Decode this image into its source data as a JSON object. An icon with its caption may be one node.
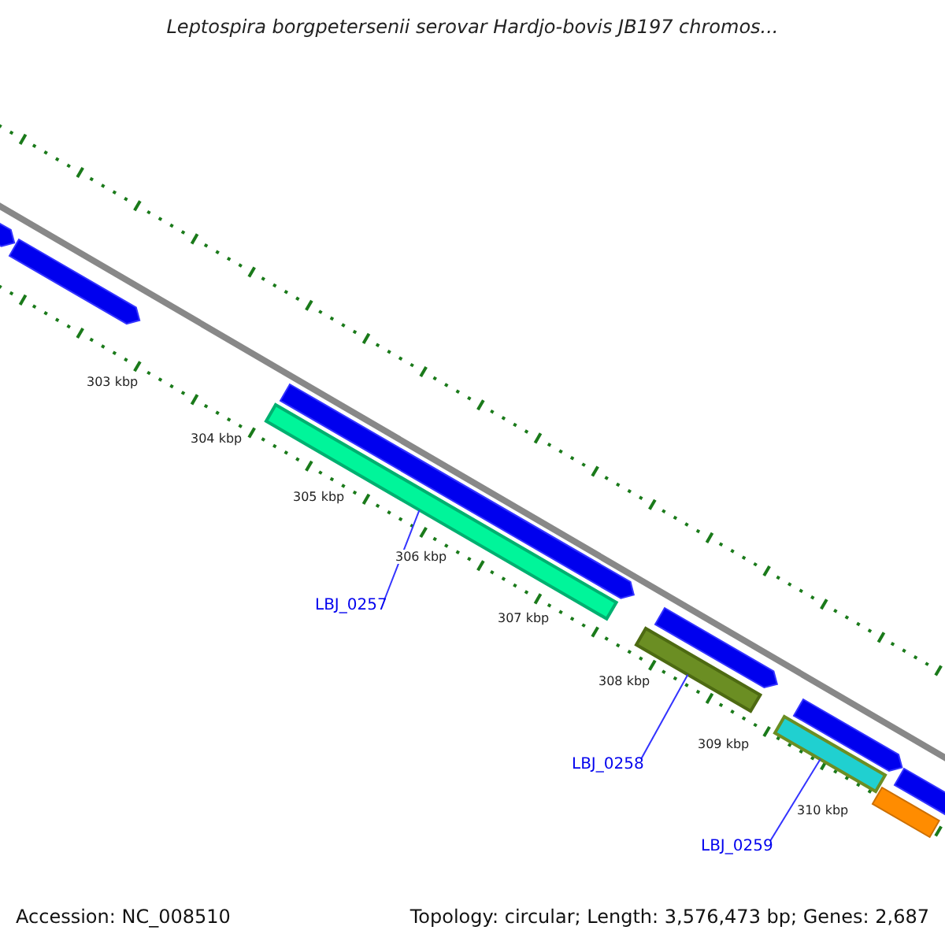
{
  "diagram": {
    "title": "Leptospira borgpetersenii serovar Hardjo-bovis JB197 chromos...",
    "nodes": [
      {
        "text": [
          "LBJ_0257"
        ]
      },
      {
        "text": [],
        "shape": "bar"
      },
      {
        "text": [
          "LBJ_0258"
        ]
      },
      {
        "text": [],
        "shape": "bar"
      },
      {
        "text": [
          "LBJ_0259"
        ]
      },
      {
        "text": [],
        "shape": "bar"
      }
    ],
    "edges": [
      {
        "from": 0,
        "to": 1,
        "arrow": "none"
      },
      {
        "from": 2,
        "to": 3,
        "arrow": "none"
      },
      {
        "from": 4,
        "to": 5,
        "arrow": "none"
      }
    ],
    "labels": [
      "303 kbp",
      "304 kbp",
      "305 kbp",
      "306 kbp",
      "307 kbp",
      "308 kbp",
      "309 kbp",
      "310 kbp",
      "Accession: NC_008510",
      "Topology: circular; Length: 3,576,473 bp; Genes: 2,687"
    ]
  }
}
